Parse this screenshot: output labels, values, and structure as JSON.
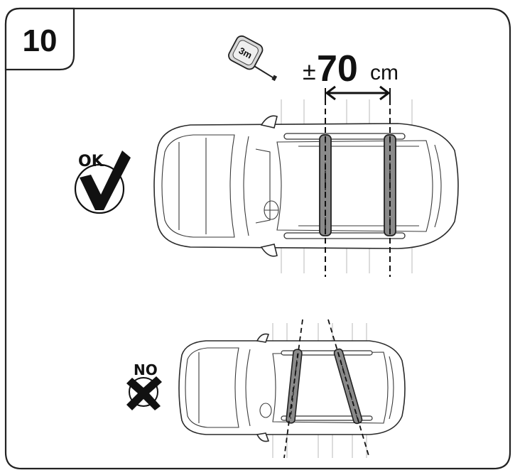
{
  "panel": {
    "step_number": "10",
    "correct": {
      "label": "OK",
      "icon": "checkmark-icon"
    },
    "incorrect": {
      "label": "NO",
      "icon": "cross-icon"
    },
    "measurement": {
      "prefix": "±",
      "value": "70",
      "unit": "cm",
      "tool_label": "3m",
      "tool_icon": "tape-measure-icon"
    }
  }
}
